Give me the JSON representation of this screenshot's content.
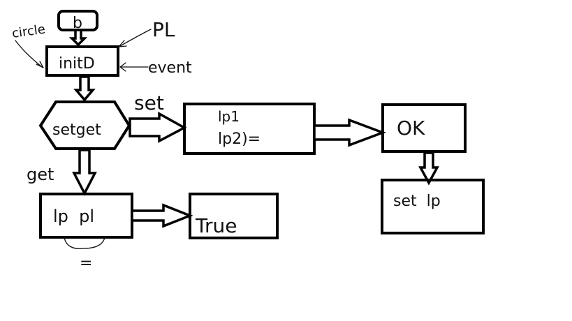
{
  "nodes": {
    "start": {
      "label": "b"
    },
    "init": {
      "label": "initD"
    },
    "setget": {
      "label": "setget"
    },
    "compare": {
      "line1": "lp1",
      "line2": "lp2)="
    },
    "ok": {
      "label": "OK"
    },
    "setlp": {
      "label": "set  lp"
    },
    "getbox": {
      "label": "lp  pl"
    },
    "truebox": {
      "label": "True"
    }
  },
  "annotations": {
    "circle": "circle",
    "pl": "PL",
    "event": "event",
    "set": "set",
    "get": "get",
    "equals": "="
  }
}
